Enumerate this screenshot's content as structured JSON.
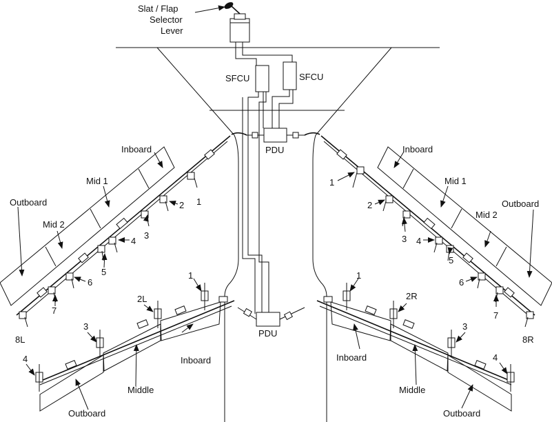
{
  "lever": {
    "label_line1": "Slat / Flap",
    "label_line2": "Selector",
    "label_line3": "Lever"
  },
  "sfcu_left": "SFCU",
  "sfcu_right": "SFCU",
  "pdu_upper": "PDU",
  "pdu_lower": "PDU",
  "slats_left": {
    "inboard": "Inboard",
    "mid1": "Mid 1",
    "mid2": "Mid 2",
    "outboard": "Outboard"
  },
  "slats_right": {
    "inboard": "Inboard",
    "mid1": "Mid 1",
    "mid2": "Mid 2",
    "outboard": "Outboard"
  },
  "flaps_left": {
    "inboard": "Inboard",
    "middle": "Middle",
    "outboard": "Outboard"
  },
  "flaps_right": {
    "inboard": "Inboard",
    "middle": "Middle",
    "outboard": "Outboard"
  },
  "slat_actuators_left": [
    "1",
    "2",
    "3",
    "4",
    "5",
    "6",
    "7",
    "8L"
  ],
  "slat_actuators_right": [
    "1",
    "2",
    "3",
    "4",
    "5",
    "6",
    "7",
    "8R"
  ],
  "flap_actuators_left": [
    "1",
    "2L",
    "3",
    "4"
  ],
  "flap_actuators_right": [
    "1",
    "2R",
    "3",
    "4"
  ]
}
